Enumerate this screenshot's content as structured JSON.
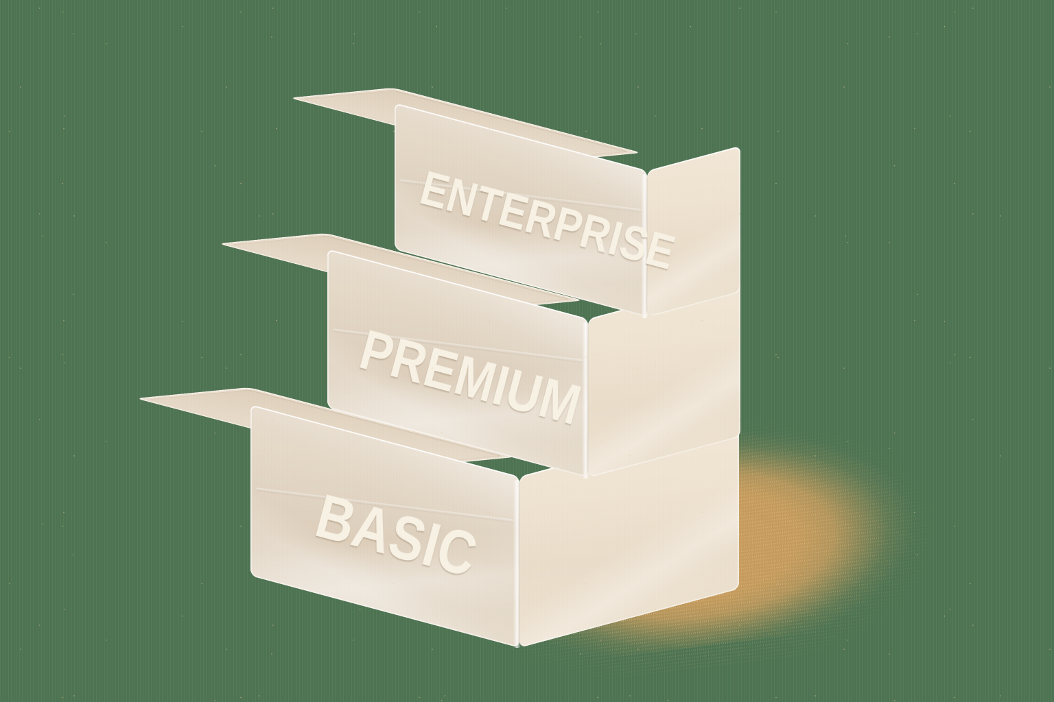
{
  "scene": {
    "title": "Pricing tier boxes",
    "background_color": "#4d7352",
    "shadow_color": "#cb9d5e",
    "label_color": "#f7f1e4",
    "box_front_color": "#e0d5c5",
    "box_side_color": "#f0e3d2",
    "box_top_color": "#e8dbc9"
  },
  "tiers": [
    {
      "id": "enterprise",
      "label": "ENTERPRISE",
      "rank": 3,
      "position": "top"
    },
    {
      "id": "premium",
      "label": "PREMIUM",
      "rank": 2,
      "position": "middle"
    },
    {
      "id": "basic",
      "label": "BASIC",
      "rank": 1,
      "position": "bottom"
    }
  ]
}
